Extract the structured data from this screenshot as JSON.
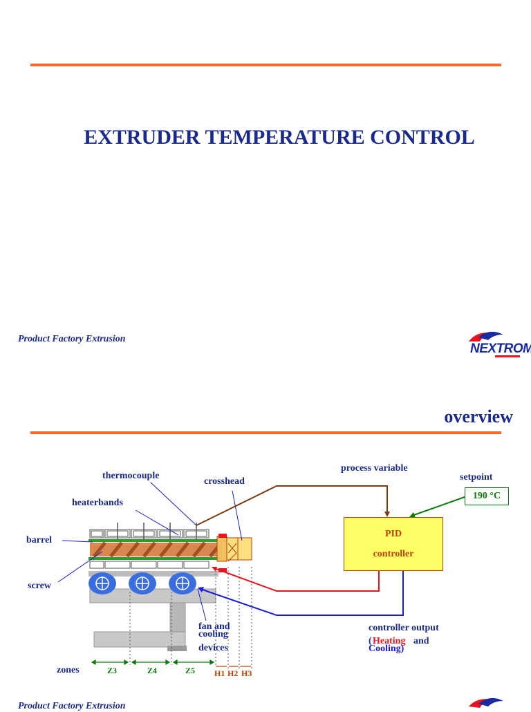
{
  "slide1": {
    "title": "EXTRUDER TEMPERATURE CONTROL",
    "footer": "Product Factory Extrusion",
    "logo": "NEXTROM"
  },
  "slide2": {
    "title": "overview",
    "labels": {
      "thermocouple": "thermocouple",
      "crosshead": "crosshead",
      "heaterbands": "heaterbands",
      "barrel": "barrel",
      "screw": "screw",
      "fan_line1": "fan and",
      "fan_line2": "cooling",
      "fan_line3": "devices",
      "zones": "zones",
      "process_variable": "process variable",
      "setpoint": "setpoint",
      "setpoint_value": "190 °C",
      "pid_line1": "PID",
      "pid_line2": "controller",
      "output_line1": "controller output",
      "output_open": "(",
      "output_heating": "Heating",
      "output_and": " and",
      "output_cooling": "Cooling)"
    },
    "zones": [
      "Z3",
      "Z4",
      "Z5"
    ],
    "head_zones": [
      "H1",
      "H2",
      "H3"
    ],
    "footer": "Product Factory Extrusion"
  },
  "colors": {
    "accent": "#ff6a2b",
    "title": "#1a2a8c",
    "heating": "#e8141e",
    "cooling": "#1a1ae0",
    "process": "#7a3a10",
    "setpoint": "#0a7a0a"
  }
}
